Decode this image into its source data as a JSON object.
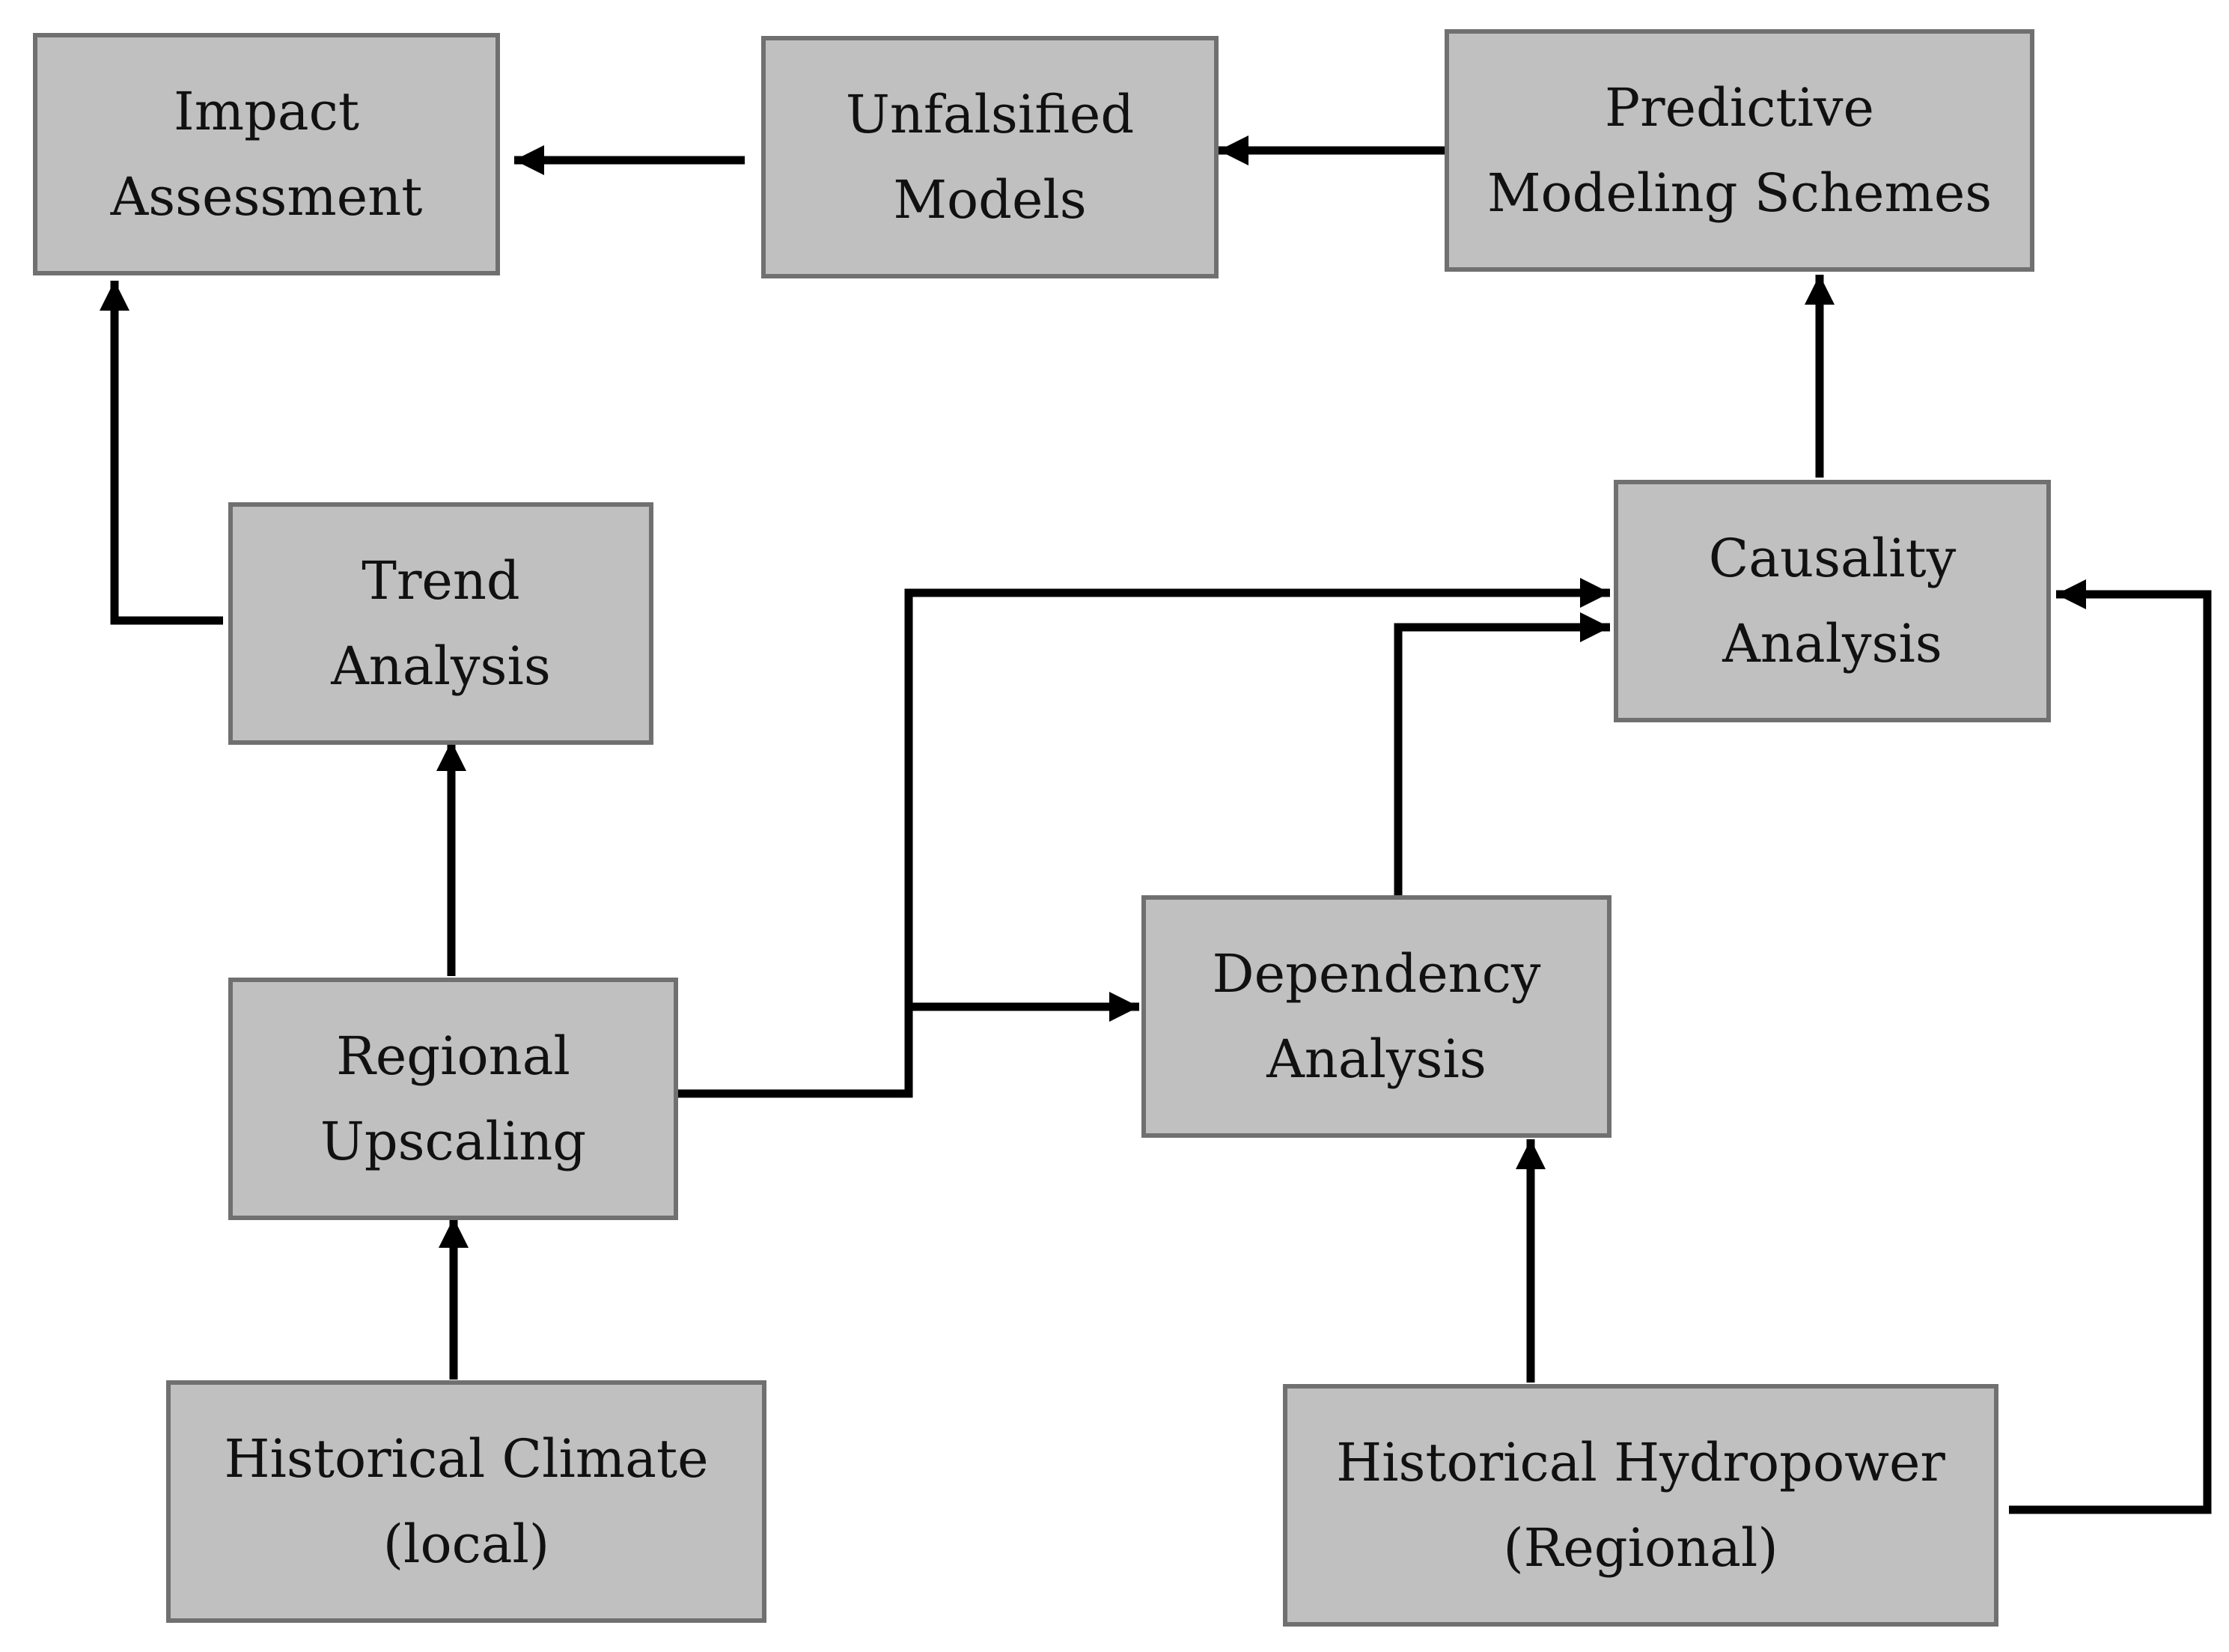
{
  "diagram": {
    "type": "flowchart",
    "nodes": [
      {
        "id": "impact",
        "lines": [
          "Impact",
          "Assessment"
        ]
      },
      {
        "id": "unfalsified",
        "lines": [
          "Unfalsified",
          "Models"
        ]
      },
      {
        "id": "predictive",
        "lines": [
          "Predictive",
          "Modeling Schemes"
        ]
      },
      {
        "id": "trend",
        "lines": [
          "Trend",
          "Analysis"
        ]
      },
      {
        "id": "causality",
        "lines": [
          "Causality",
          "Analysis"
        ]
      },
      {
        "id": "regional",
        "lines": [
          "Regional",
          "Upscaling"
        ]
      },
      {
        "id": "dependency",
        "lines": [
          "Dependency",
          "Analysis"
        ]
      },
      {
        "id": "climate",
        "lines": [
          "Historical Climate",
          "(local)"
        ]
      },
      {
        "id": "hydropower",
        "lines": [
          "Historical Hydropower",
          "(Regional)"
        ]
      }
    ],
    "edges": [
      {
        "from": "unfalsified",
        "to": "impact"
      },
      {
        "from": "predictive",
        "to": "unfalsified"
      },
      {
        "from": "trend",
        "to": "impact"
      },
      {
        "from": "causality",
        "to": "predictive"
      },
      {
        "from": "regional",
        "to": "trend"
      },
      {
        "from": "regional",
        "to": "causality"
      },
      {
        "from": "regional",
        "to": "dependency"
      },
      {
        "from": "dependency",
        "to": "causality"
      },
      {
        "from": "climate",
        "to": "regional"
      },
      {
        "from": "hydropower",
        "to": "dependency"
      },
      {
        "from": "hydropower",
        "to": "causality"
      }
    ],
    "colors": {
      "box_fill": "#c0c0c0",
      "box_border": "#707070",
      "arrow": "#000000",
      "text": "#111111"
    }
  }
}
